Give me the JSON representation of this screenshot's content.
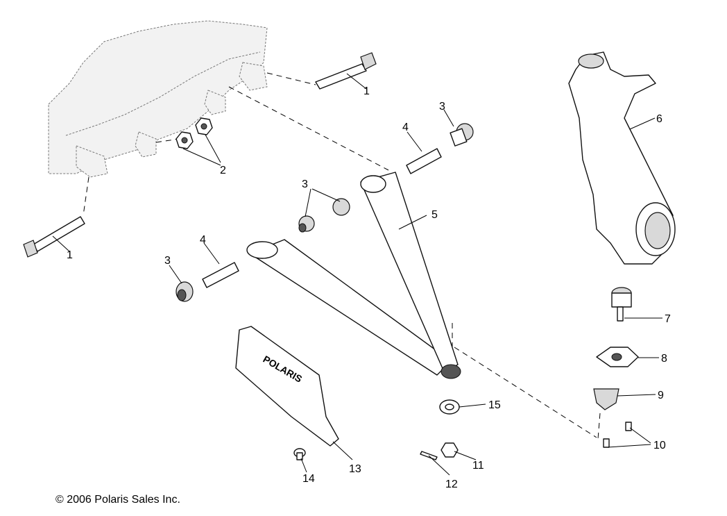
{
  "callouts": {
    "c1a": "1",
    "c1b": "1",
    "c2": "2",
    "c3a": "3",
    "c3b": "3",
    "c3c": "3",
    "c4a": "4",
    "c4b": "4",
    "c5": "5",
    "c6": "6",
    "c7": "7",
    "c8": "8",
    "c9": "9",
    "c10": "10",
    "c11": "11",
    "c12": "12",
    "c13": "13",
    "c14": "14",
    "c15": "15"
  },
  "guard_logo": "POLARIS",
  "copyright": "© 2006 Polaris Sales Inc."
}
